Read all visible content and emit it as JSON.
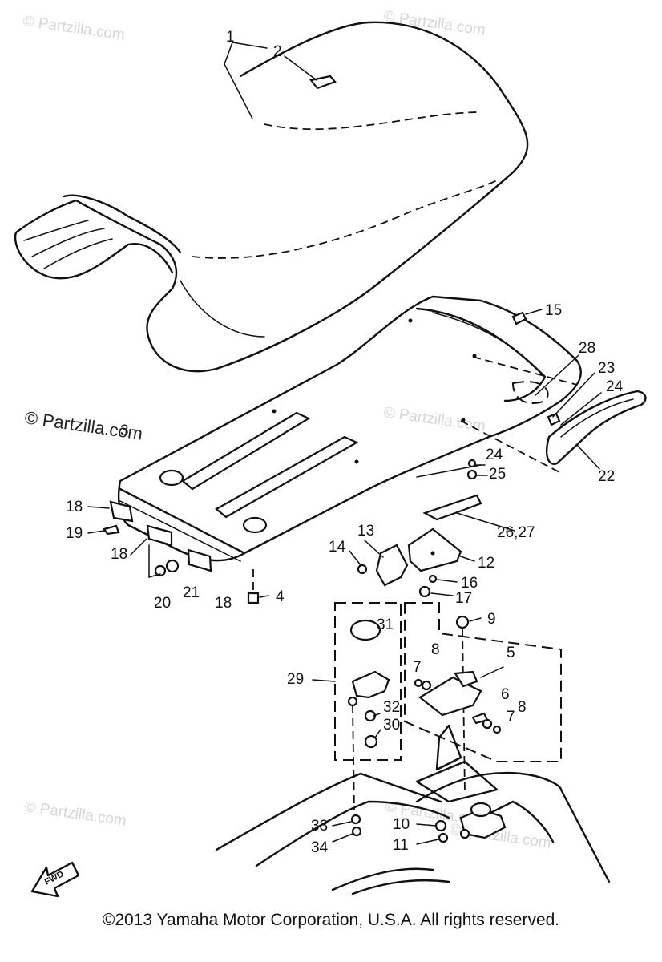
{
  "watermarks": [
    "© Partzilla.com",
    "© Partzilla.com",
    "© Partzilla.com",
    "© Partzilla.com",
    "© Partzilla.com",
    "© Partzilla.com"
  ],
  "prominent_watermark": "© Partzilla.com",
  "callouts": [
    "1",
    "2",
    "3",
    "15",
    "28",
    "23",
    "24",
    "22",
    "24",
    "25",
    "18",
    "19",
    "18",
    "20",
    "21",
    "18",
    "4",
    "14",
    "13",
    "12",
    "16",
    "17",
    "26,27",
    "31",
    "29",
    "9",
    "7",
    "8",
    "5",
    "6",
    "8",
    "7",
    "32",
    "30",
    "33",
    "34",
    "10",
    "11"
  ],
  "fwd_label": "FWD",
  "copyright": "©2013  Yamaha Motor Corporation, U.S.A. All rights reserved."
}
